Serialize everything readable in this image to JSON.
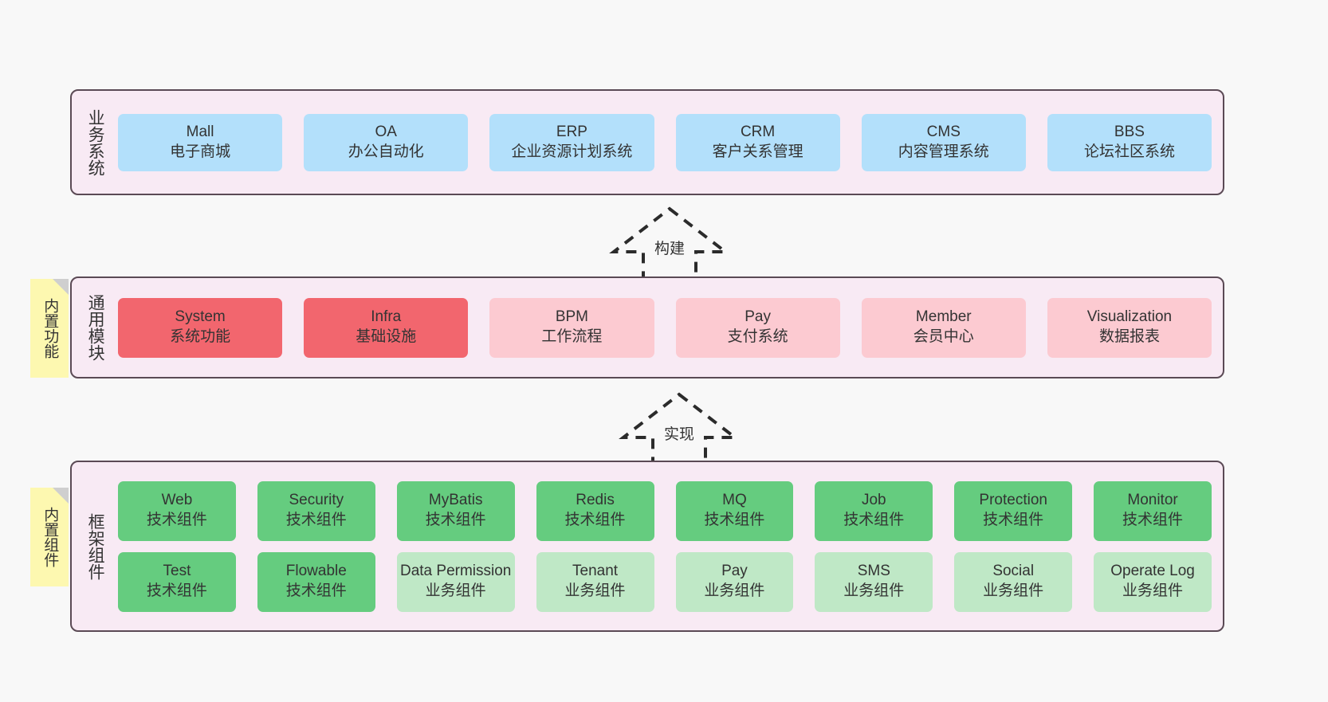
{
  "diagram": {
    "background_color": "#f8f8f8",
    "band_fill": "#f8eaf4",
    "band_border": "#5b4a55",
    "note_fill": "#fdf8b0",
    "colors": {
      "blue": "#b3e0fb",
      "red": "#f2666e",
      "pink": "#fccad1",
      "green": "#65cc7f",
      "light_green": "#bfe8c6"
    }
  },
  "layers": {
    "business": {
      "title": "业务系统",
      "nodes": [
        {
          "name": "Mall",
          "desc": "电子商城",
          "color": "blue"
        },
        {
          "name": "OA",
          "desc": "办公自动化",
          "color": "blue"
        },
        {
          "name": "ERP",
          "desc": "企业资源计划系统",
          "color": "blue"
        },
        {
          "name": "CRM",
          "desc": "客户关系管理",
          "color": "blue"
        },
        {
          "name": "CMS",
          "desc": "内容管理系统",
          "color": "blue"
        },
        {
          "name": "BBS",
          "desc": "论坛社区系统",
          "color": "blue"
        }
      ]
    },
    "common": {
      "title": "通用模块",
      "note": "内置功能",
      "nodes": [
        {
          "name": "System",
          "desc": "系统功能",
          "color": "redd"
        },
        {
          "name": "Infra",
          "desc": "基础设施",
          "color": "redd"
        },
        {
          "name": "BPM",
          "desc": "工作流程",
          "color": "pink"
        },
        {
          "name": "Pay",
          "desc": "支付系统",
          "color": "pink"
        },
        {
          "name": "Member",
          "desc": "会员中心",
          "color": "pink"
        },
        {
          "name": "Visualization",
          "desc": "数据报表",
          "color": "pink"
        }
      ]
    },
    "framework": {
      "title": "框架组件",
      "note": "内置组件",
      "row1": [
        {
          "name": "Web",
          "desc": "技术组件",
          "color": "green"
        },
        {
          "name": "Security",
          "desc": "技术组件",
          "color": "green"
        },
        {
          "name": "MyBatis",
          "desc": "技术组件",
          "color": "green"
        },
        {
          "name": "Redis",
          "desc": "技术组件",
          "color": "green"
        },
        {
          "name": "MQ",
          "desc": "技术组件",
          "color": "green"
        },
        {
          "name": "Job",
          "desc": "技术组件",
          "color": "green"
        },
        {
          "name": "Protection",
          "desc": "技术组件",
          "color": "green"
        },
        {
          "name": "Monitor",
          "desc": "技术组件",
          "color": "green"
        }
      ],
      "row2": [
        {
          "name": "Test",
          "desc": "技术组件",
          "color": "green"
        },
        {
          "name": "Flowable",
          "desc": "技术组件",
          "color": "green"
        },
        {
          "name": "Data Permission",
          "desc": "业务组件",
          "color": "lgreen"
        },
        {
          "name": "Tenant",
          "desc": "业务组件",
          "color": "lgreen"
        },
        {
          "name": "Pay",
          "desc": "业务组件",
          "color": "lgreen"
        },
        {
          "name": "SMS",
          "desc": "业务组件",
          "color": "lgreen"
        },
        {
          "name": "Social",
          "desc": "业务组件",
          "color": "lgreen"
        },
        {
          "name": "Operate Log",
          "desc": "业务组件",
          "color": "lgreen"
        }
      ]
    }
  },
  "connectors": [
    {
      "label": "构建",
      "direction": "up",
      "style": "dashed-hollow-arrow"
    },
    {
      "label": "实现",
      "direction": "up",
      "style": "dashed-hollow-arrow"
    }
  ]
}
